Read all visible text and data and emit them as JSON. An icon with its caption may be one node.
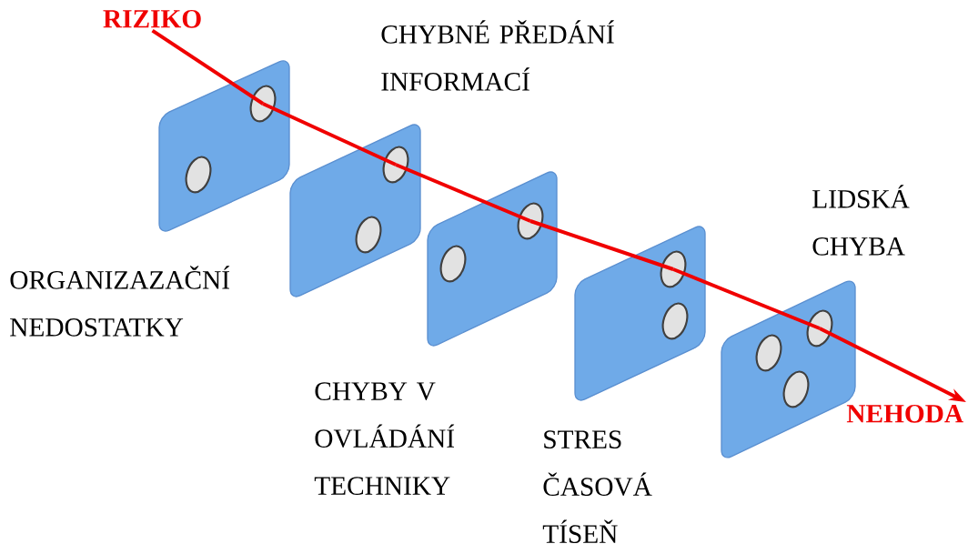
{
  "diagram": {
    "nodes": [
      {
        "text": [
          "RIZIKO"
        ]
      },
      {
        "text": [],
        "shape": "box",
        "beside": [
          "ORGANIZAZAČNÍ NEDOSTATKY"
        ]
      },
      {
        "text": [],
        "shape": "box",
        "beside": [
          "CHYBNÉ PŘEDÁNÍ INFORMACÍ"
        ]
      },
      {
        "text": [],
        "shape": "box",
        "beside": [
          "CHYBY V OVLÁDÁNÍ TECHNIKY"
        ]
      },
      {
        "text": [],
        "shape": "box",
        "beside": [
          "STRES ČASOVÁ TÍSEŇ"
        ]
      },
      {
        "text": [],
        "shape": "box",
        "beside": [
          "LIDSKÁ CHYBA"
        ]
      },
      {
        "text": [
          "NEHODA"
        ]
      }
    ],
    "edges": [
      {
        "from": 0,
        "to": 1,
        "arrow": "none"
      },
      {
        "from": 1,
        "to": 2,
        "arrow": "none"
      },
      {
        "from": 2,
        "to": 3,
        "arrow": "none"
      },
      {
        "from": 3,
        "to": 4,
        "arrow": "none"
      },
      {
        "from": 4,
        "to": 5,
        "arrow": "none"
      },
      {
        "from": 5,
        "to": 6,
        "arrow": "to"
      }
    ]
  }
}
